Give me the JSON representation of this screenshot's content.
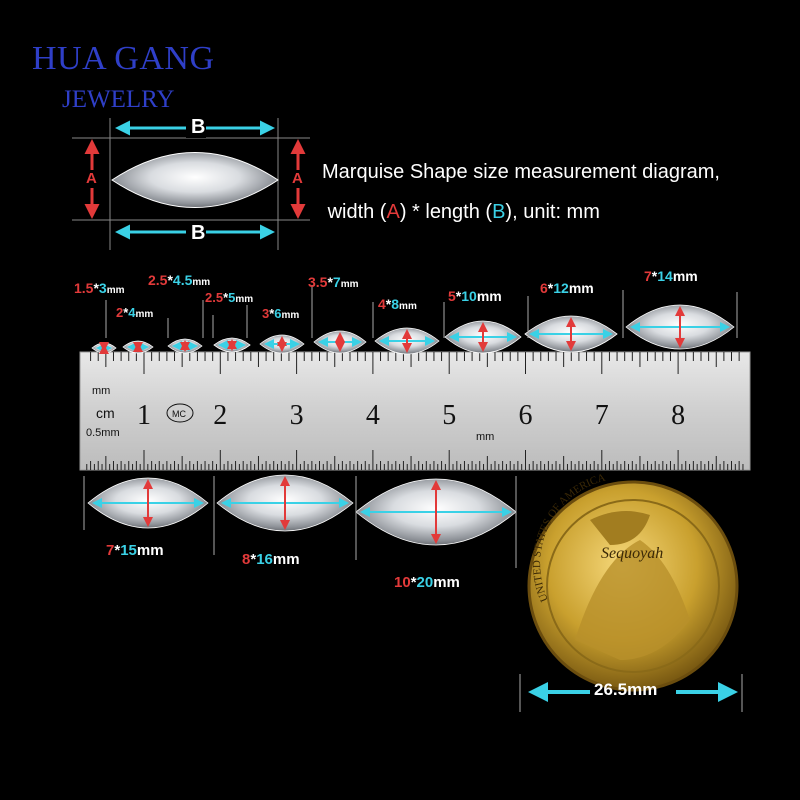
{
  "brand": {
    "line1": "HUA GANG",
    "line2": "JEWELRY"
  },
  "diagram": {
    "letter_a": "A",
    "letter_b": "B",
    "description_line1": "Marquise Shape size measurement diagram,",
    "description_pre": "width (",
    "description_a": "A",
    "description_mid": ") * length (",
    "description_b": "B",
    "description_post": "), unit: mm"
  },
  "ruler": {
    "label_mm_top": "mm",
    "label_cm": "cm",
    "label_05mm": "0.5mm",
    "label_mm_bottom": "mm",
    "label_mc": "MC",
    "numbers": [
      "1",
      "2",
      "3",
      "4",
      "5",
      "6",
      "7",
      "8"
    ]
  },
  "sizes_small": [
    {
      "w": "1.5",
      "star": "*",
      "l": "3",
      "unit": "mm"
    },
    {
      "w": "2",
      "star": "*",
      "l": "4",
      "unit": "mm"
    },
    {
      "w": "2.5",
      "star": "*",
      "l": "4.5",
      "unit": "mm"
    },
    {
      "w": "2.5",
      "star": "*",
      "l": "5",
      "unit": "mm"
    },
    {
      "w": "3",
      "star": "*",
      "l": "6",
      "unit": "mm"
    },
    {
      "w": "3.5",
      "star": "*",
      "l": "7",
      "unit": "mm"
    },
    {
      "w": "4",
      "star": "*",
      "l": "8",
      "unit": "mm"
    },
    {
      "w": "5",
      "star": "*",
      "l": "10",
      "unit": "mm"
    },
    {
      "w": "6",
      "star": "*",
      "l": "12",
      "unit": "mm"
    },
    {
      "w": "7",
      "star": "*",
      "l": "14",
      "unit": "mm"
    }
  ],
  "sizes_large": [
    {
      "w": "7",
      "star": "*",
      "l": "15",
      "unit": "mm"
    },
    {
      "w": "8",
      "star": "*",
      "l": "16",
      "unit": "mm"
    },
    {
      "w": "10",
      "star": "*",
      "l": "20",
      "unit": "mm"
    }
  ],
  "coin": {
    "legend": "UNITED STATES OF AMERICA",
    "name": "Sequoyah",
    "size": "26.5mm"
  },
  "colors": {
    "brand": "#2f3fc8",
    "width": "#e23a3a",
    "length": "#3ad1e6",
    "gold": "#c9a02e"
  }
}
